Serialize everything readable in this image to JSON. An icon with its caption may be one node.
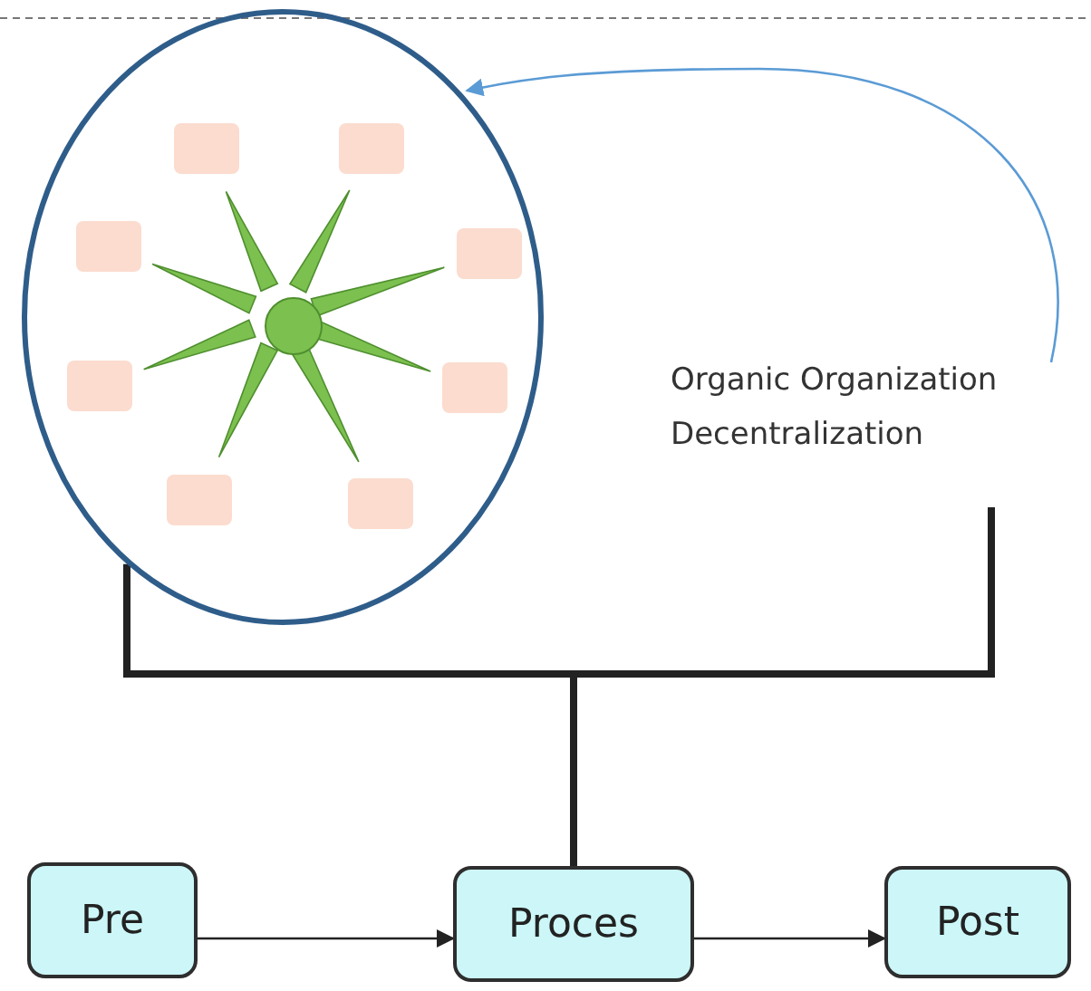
{
  "diagram": {
    "nodes": [
      {
        "text": [],
        "shape": "circle"
      },
      {
        "text": [],
        "shape": "box",
        "in": 0
      },
      {
        "text": [],
        "shape": "box",
        "in": 0
      },
      {
        "text": [],
        "shape": "box",
        "in": 0
      },
      {
        "text": [],
        "shape": "box",
        "in": 0
      },
      {
        "text": [],
        "shape": "box",
        "in": 0
      },
      {
        "text": [],
        "shape": "box",
        "in": 0
      },
      {
        "text": [],
        "shape": "box",
        "in": 0
      },
      {
        "text": [],
        "shape": "box",
        "in": 0
      },
      {
        "text": [],
        "shape": "circle",
        "in": 0
      },
      {
        "text": [
          "Organic Organization",
          "Decentralization"
        ]
      },
      {
        "text": [
          "Pre"
        ]
      },
      {
        "text": [
          "Proces"
        ]
      },
      {
        "text": [
          "Post"
        ]
      }
    ],
    "edges": [
      {
        "from": 10,
        "to": 0,
        "arrow": "to",
        "color": "#5b9bd5"
      },
      {
        "from": 0,
        "to": 12,
        "arrow": "none",
        "style": "thick"
      },
      {
        "from": 10,
        "to": 12,
        "arrow": "none",
        "style": "thick"
      },
      {
        "from": 11,
        "to": 12,
        "arrow": "to"
      },
      {
        "from": 12,
        "to": 13,
        "arrow": "to"
      }
    ]
  }
}
